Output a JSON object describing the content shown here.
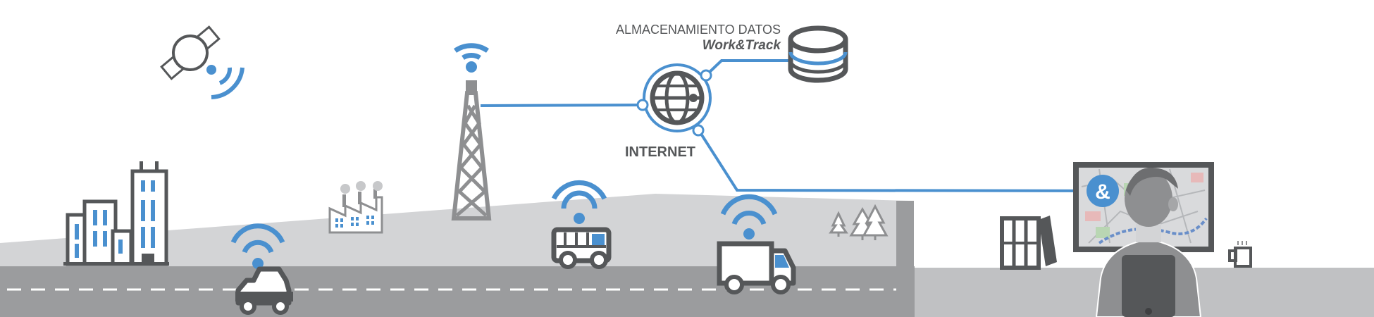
{
  "storage": {
    "title": "ALMACENAMIENTO DATOS",
    "brand": "Work&Track"
  },
  "internet": {
    "label": "INTERNET"
  },
  "monitor": {
    "badge": "&"
  },
  "colors": {
    "accent_blue": "#4a90cf",
    "dark_gray": "#555759",
    "mid_gray": "#8e8f91",
    "light_gray": "#d3d4d6",
    "road_gray": "#9b9c9e",
    "white": "#ffffff"
  },
  "icons": [
    "satellite-icon",
    "cell-tower-icon",
    "globe-icon",
    "database-icon",
    "building-icon",
    "factory-icon",
    "car-icon",
    "bus-icon",
    "truck-icon",
    "trees-icon",
    "binders-icon",
    "monitor-icon",
    "person-icon",
    "mug-icon",
    "wifi-icon"
  ]
}
